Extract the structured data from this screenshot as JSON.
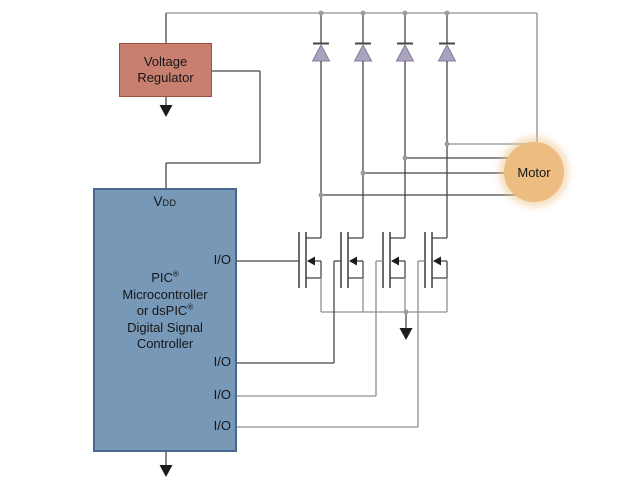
{
  "diagram": {
    "kind": "motor-control-block-diagram",
    "description": "Microcontroller driving a unipolar motor through four MOSFETs with clamp diodes and a voltage regulator"
  },
  "colors": {
    "background": "#ffffff",
    "wire_dark": "#474747",
    "wire_gray": "#8f8f8f",
    "junction_dot": "#9a9a9a",
    "arrowhead": "#1c1c1c",
    "regulator_fill": "#c87f70",
    "regulator_border": "#a14e3e",
    "mcu_fill": "#7898b8",
    "mcu_border": "#4a688c",
    "motor_fill": "#ecbc81",
    "motor_halo": "rgba(238,196,140,0.55)",
    "diode_fill": "#aba3be",
    "diode_border": "#857d9c",
    "text": "#161616"
  },
  "regulator": {
    "label": "Voltage Regulator"
  },
  "mcu": {
    "vdd_main": "V",
    "vdd_sub": "DD",
    "body_lines": [
      "PIC®",
      "Microcontroller",
      "or dsPIC®",
      "Digital Signal",
      "Controller"
    ],
    "io_label": "I/O",
    "io_count": 4
  },
  "motor": {
    "label": "Motor"
  },
  "components": {
    "diode_count": 4,
    "mosfet_count": 4,
    "ground_symbol_count": 3,
    "junction_dot_count": 9
  }
}
